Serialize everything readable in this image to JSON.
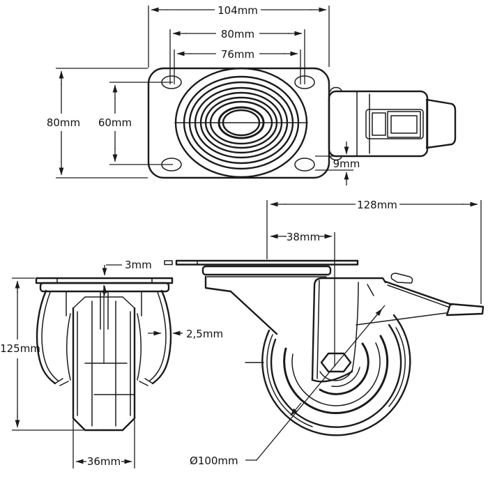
{
  "drawing": {
    "kind": "technical-drawing",
    "subject": "swivel-caster-with-brake-dimensioned-views",
    "units": "mm",
    "colors": {
      "background": "#ffffff",
      "line": "#1a1a1a"
    }
  },
  "dims": {
    "plate_length": "104mm",
    "bolt_spacing_max": "80mm",
    "bolt_spacing_min": "76mm",
    "plate_width": "80mm",
    "bolt_spacing_width": "60mm",
    "slot_width": "9mm",
    "plate_thickness": "3mm",
    "total_height": "125mm",
    "fork_thickness": "2,5mm",
    "wheel_width": "36mm",
    "swivel_offset": "38mm",
    "total_length": "128mm",
    "wheel_diameter": "Ø100mm"
  }
}
